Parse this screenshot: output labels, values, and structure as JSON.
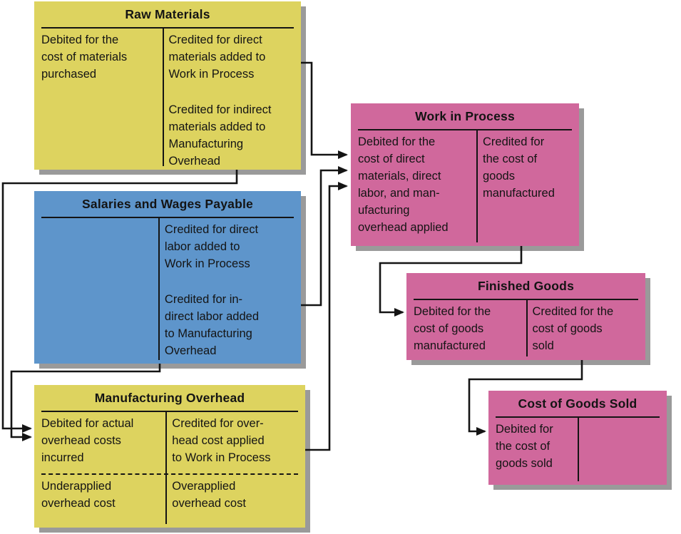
{
  "colors": {
    "yellow": "#ddd35f",
    "blue": "#5e95cb",
    "pink": "#d0689c",
    "shadow": "#9a9a9a",
    "line": "#141414"
  },
  "accounts": {
    "raw_materials": {
      "title": "Raw Materials",
      "debit": [
        "Debited for the\ncost of materials\npurchased"
      ],
      "credit": [
        "Credited for direct\nmaterials added to\nWork in Process",
        "Credited for indirect\nmaterials added to\nManufacturing\nOverhead"
      ]
    },
    "salaries_wages_payable": {
      "title": "Salaries and Wages Payable",
      "debit": [],
      "credit": [
        "Credited for direct\nlabor added to\nWork in Process",
        "Credited for in-\ndirect labor added\nto Manufacturing\nOverhead"
      ]
    },
    "manufacturing_overhead": {
      "title": "Manufacturing Overhead",
      "debit": [
        "Debited for actual\noverhead costs\nincurred"
      ],
      "credit": [
        "Credited for over-\nhead cost applied\nto Work in Process"
      ],
      "underapplied": "Underapplied\noverhead cost",
      "overapplied": "Overapplied\noverhead cost"
    },
    "work_in_process": {
      "title": "Work in Process",
      "debit": [
        "Debited for the\ncost of direct\nmaterials, direct\nlabor, and man-\nufacturing\noverhead applied"
      ],
      "credit": [
        "Credited for\nthe cost of\ngoods\nmanufactured"
      ]
    },
    "finished_goods": {
      "title": "Finished Goods",
      "debit": [
        "Debited for the\ncost of goods\nmanufactured"
      ],
      "credit": [
        "Credited for the\ncost of goods\nsold"
      ]
    },
    "cost_of_goods_sold": {
      "title": "Cost of Goods Sold",
      "debit": [
        "Debited for\nthe cost of\ngoods sold"
      ],
      "credit": []
    }
  },
  "flows": [
    {
      "from": "Raw Materials",
      "to": "Work in Process"
    },
    {
      "from": "Raw Materials",
      "to": "Manufacturing Overhead"
    },
    {
      "from": "Salaries and Wages Payable",
      "to": "Work in Process"
    },
    {
      "from": "Salaries and Wages Payable",
      "to": "Manufacturing Overhead"
    },
    {
      "from": "Manufacturing Overhead",
      "to": "Work in Process"
    },
    {
      "from": "Work in Process",
      "to": "Finished Goods"
    },
    {
      "from": "Finished Goods",
      "to": "Cost of Goods Sold"
    }
  ]
}
